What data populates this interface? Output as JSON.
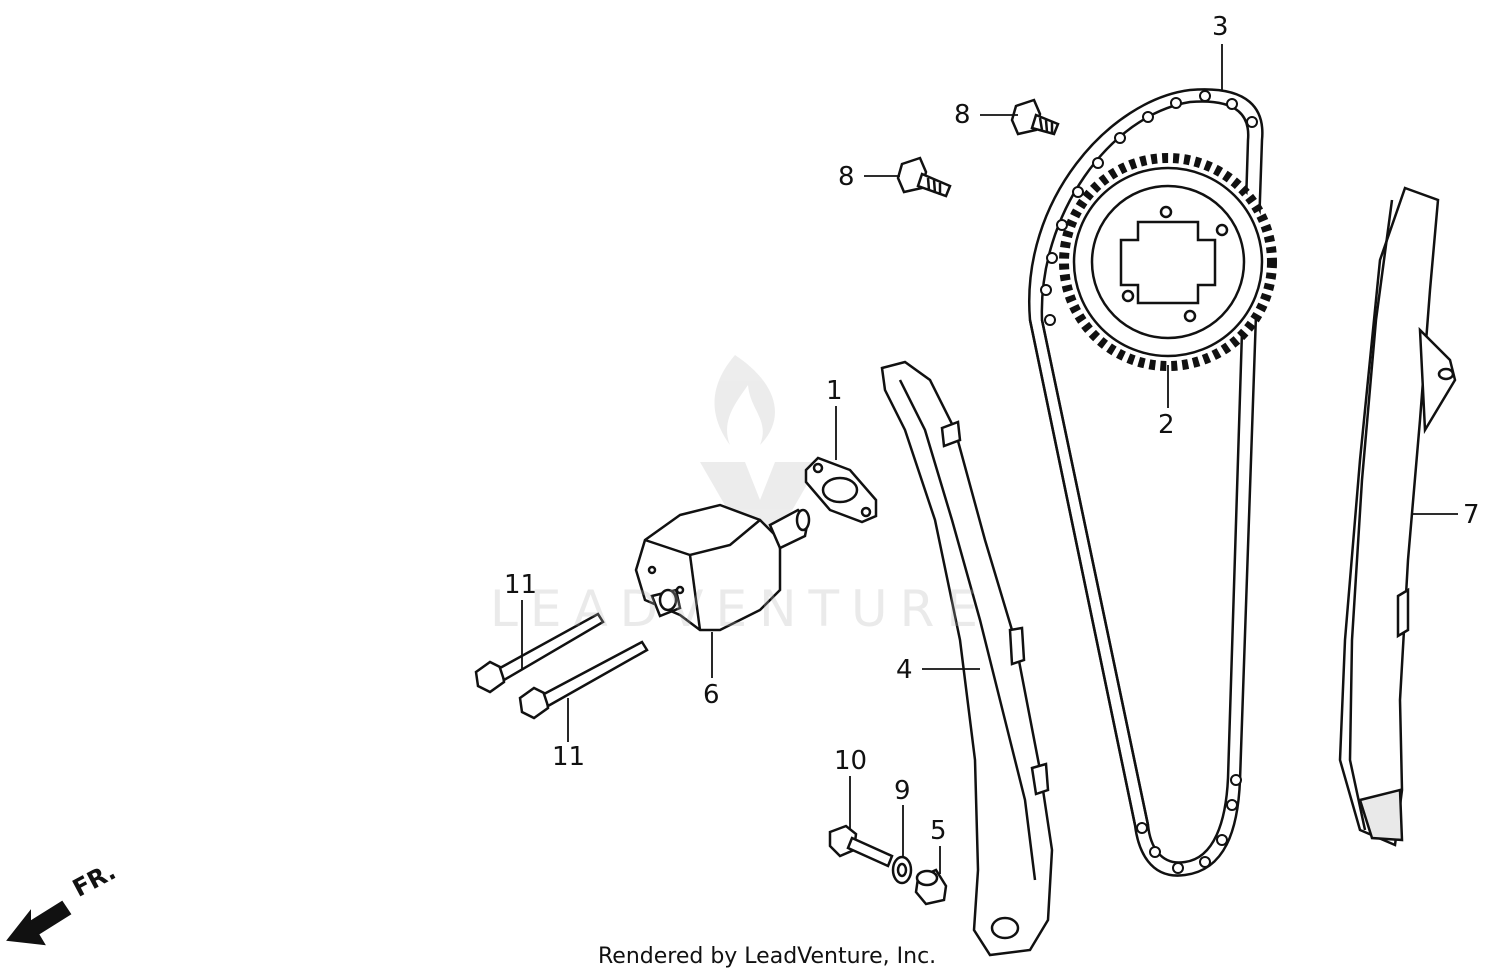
{
  "diagram": {
    "callouts": {
      "c1": "1",
      "c2": "2",
      "c3": "3",
      "c4": "4",
      "c5": "5",
      "c6": "6",
      "c7": "7",
      "c8a": "8",
      "c8b": "8",
      "c9": "9",
      "c10": "10",
      "c11a": "11",
      "c11b": "11"
    },
    "direction_label": "FR.",
    "credit": "Rendered by LeadVenture, Inc.",
    "watermark_text": "LEADVENTURE"
  },
  "colors": {
    "line": "#111111",
    "watermark": "#bdbdbd"
  }
}
